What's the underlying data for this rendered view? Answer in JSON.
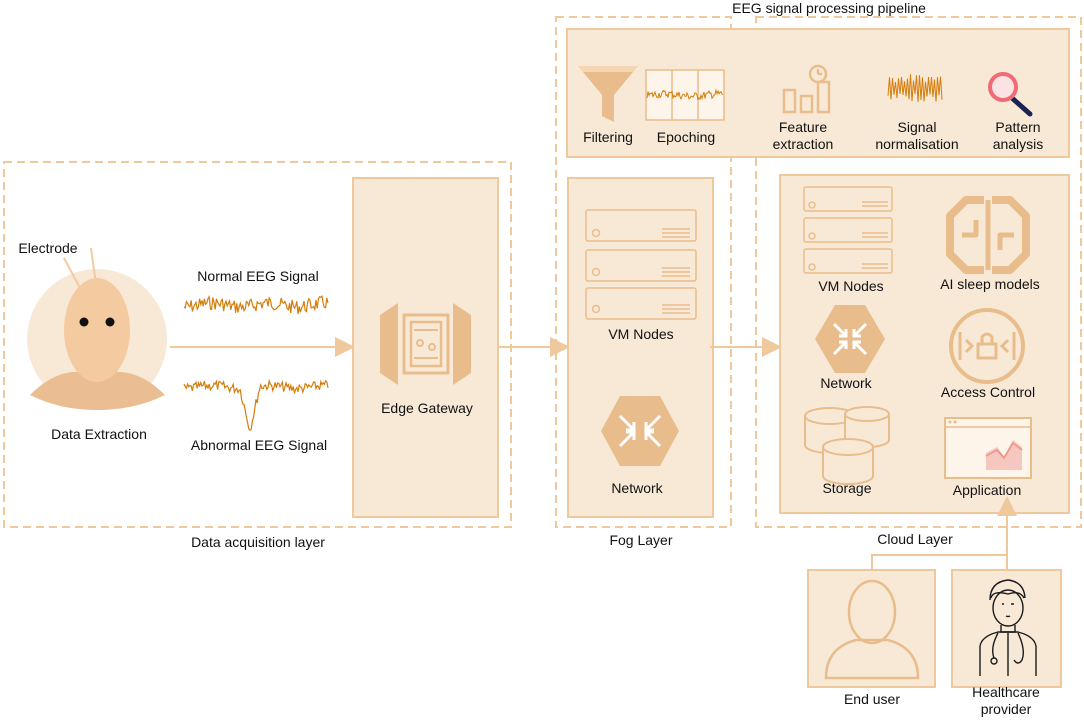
{
  "colors": {
    "accent_stroke": "#efc89c",
    "box_fill": "#f8e9d7",
    "icon_fill": "#e9bd8b",
    "signal": "#d47d0a",
    "face": "#f4caa0",
    "skin_shadow": "#ebbd92",
    "magnifier": "#f06b75",
    "magnifier_handle": "#1a2454"
  },
  "pipeline": {
    "title": "EEG  signal processing pipeline",
    "steps": [
      {
        "label": "Filtering",
        "icon": "funnel-icon"
      },
      {
        "label": "Epoching",
        "icon": "epoch-signal-icon"
      },
      {
        "label": "Feature\nextraction",
        "icon": "bar-chart-clock-icon"
      },
      {
        "label": "Signal\nnormalisation",
        "icon": "normalised-signal-icon"
      },
      {
        "label": "Pattern\nanalysis",
        "icon": "magnifier-icon"
      }
    ]
  },
  "acquisition": {
    "layer_label": "Data acquisition layer",
    "electrode_label": "Electrode",
    "extraction_label": "Data Extraction",
    "normal_signal_label": "Normal EEG Signal",
    "abnormal_signal_label": "Abnormal EEG Signal",
    "gateway_label": "Edge Gateway"
  },
  "fog": {
    "layer_label": "Fog Layer",
    "vm_label": "VM Nodes",
    "network_label": "Network"
  },
  "cloud": {
    "layer_label": "Cloud Layer",
    "vm_label": "VM Nodes",
    "ai_label": "AI sleep models",
    "network_label": "Network",
    "access_label": "Access Control",
    "storage_label": "Storage",
    "application_label": "Application"
  },
  "users": {
    "end_user_label": "End user",
    "provider_label": "Healthcare\nprovider"
  }
}
